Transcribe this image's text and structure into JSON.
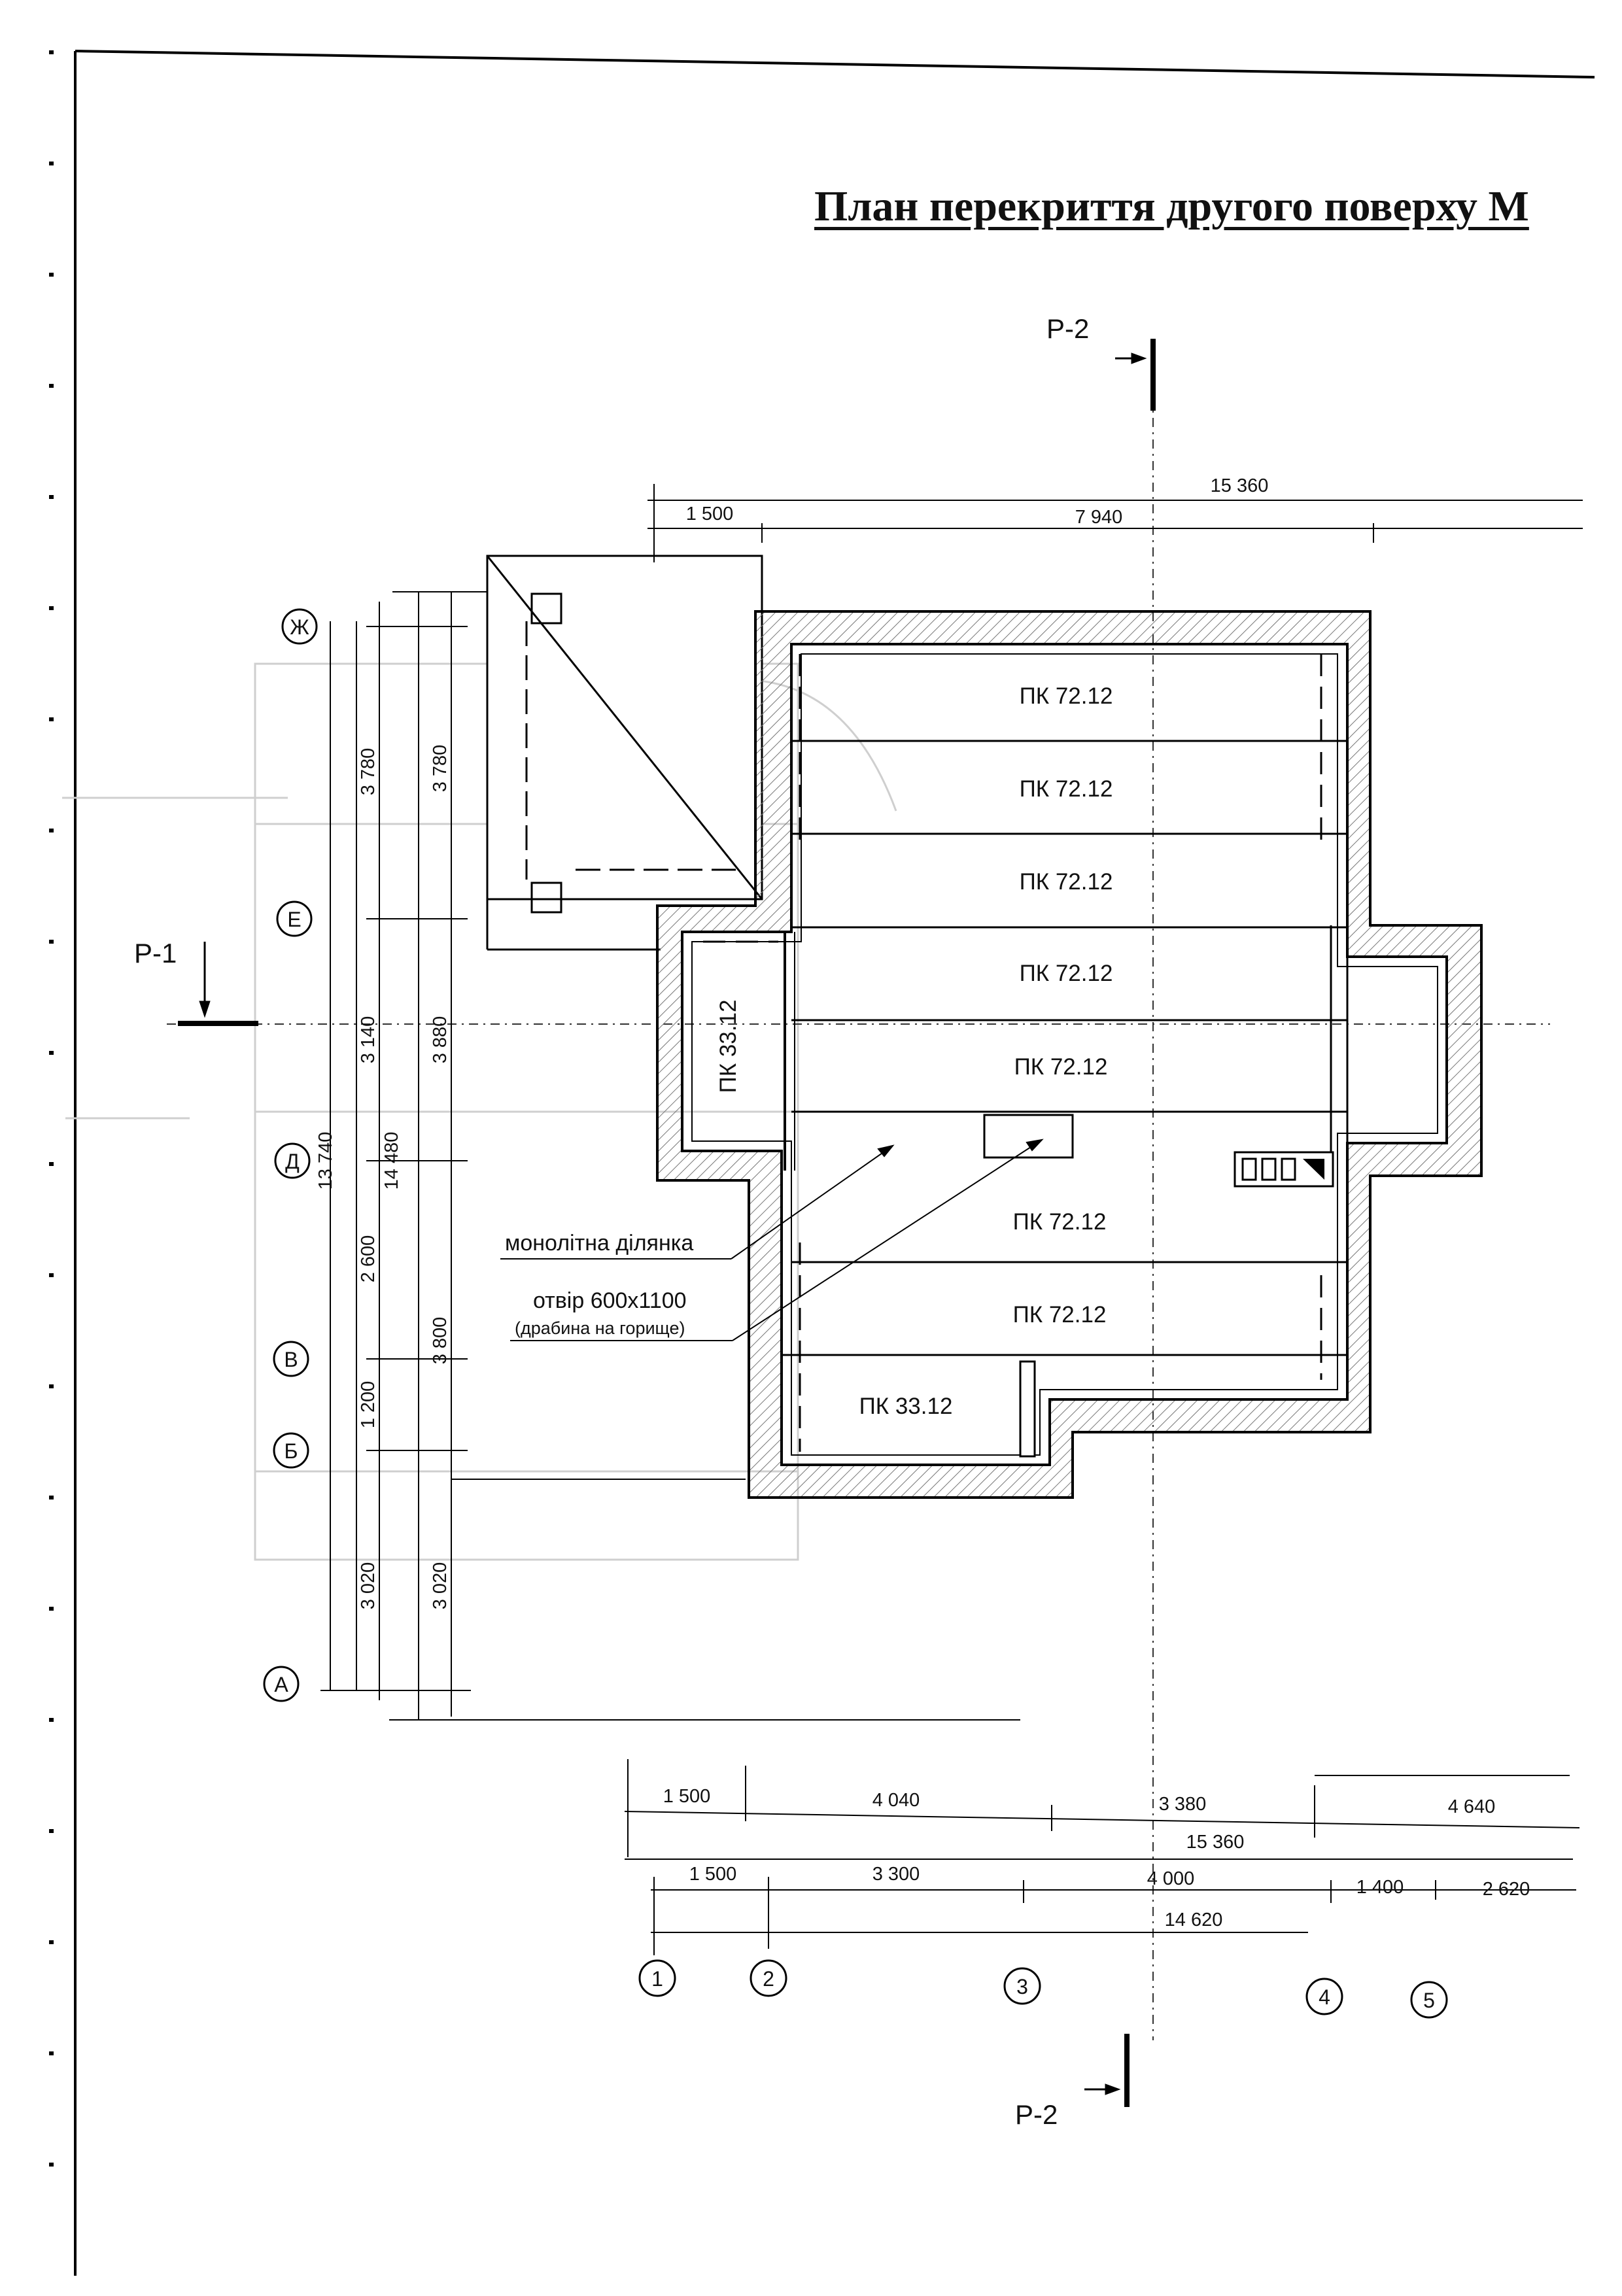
{
  "title": "План перекриття другого поверху  М",
  "sections": {
    "p1": "Р-1",
    "p2_top": "Р-2",
    "p2_bottom": "Р-2"
  },
  "axes_letters": [
    "Ж",
    "Е",
    "Д",
    "В",
    "Б",
    "А"
  ],
  "axes_numbers": [
    "1",
    "2",
    "3",
    "4",
    "5"
  ],
  "slabs": {
    "s1": "ПК 72.12",
    "s2": "ПК 72.12",
    "s3": "ПК 72.12",
    "s4": "ПК 72.12",
    "s5": "ПК 72.12",
    "s6": "ПК 72.12",
    "s7": "ПК 72.12",
    "left": "ПК 33.12",
    "bottom": "ПК 33.12"
  },
  "notes": {
    "monolith": "монолітна ділянка",
    "opening": "отвір 600х1100",
    "ladder": "(драбина на горище)"
  },
  "dims_top": {
    "total": "15 360",
    "sub": "7 940",
    "left": "1 500"
  },
  "dims_vertical": {
    "v1": "3 780",
    "v2": "3 780",
    "v3": "3 140",
    "v4": "3 880",
    "v5": "13 740",
    "v6": "14 480",
    "v7": "2 600",
    "v8": "3 800",
    "v9": "1 200",
    "v10": "3 020",
    "v11": "3 020"
  },
  "dims_bottom_row1": [
    "1 500",
    "4 040",
    "3 380",
    "4 640"
  ],
  "dims_bottom_total1": "15 360",
  "dims_bottom_row2": [
    "1 500",
    "3 300",
    "4 000",
    "1 400",
    "2 620"
  ],
  "dims_bottom_total2": "14 620"
}
